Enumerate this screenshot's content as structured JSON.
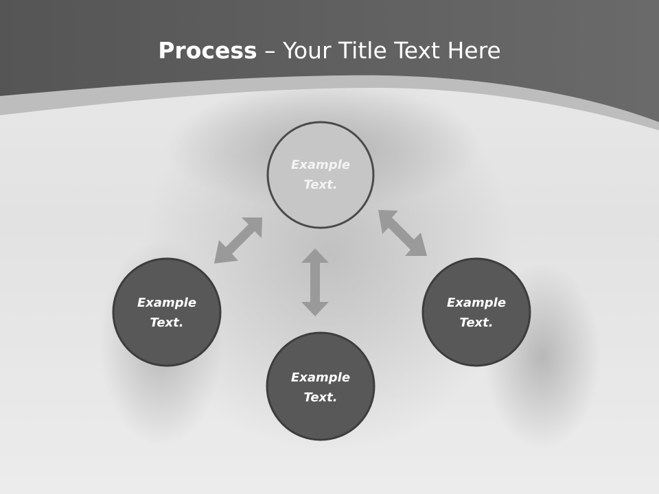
{
  "title": {
    "strong": "Process",
    "separator": " – ",
    "rest": "Your Title Text Here"
  },
  "nodes": {
    "top": {
      "line1": "Example",
      "line2": "Text."
    },
    "left": {
      "line1": "Example",
      "line2": "Text."
    },
    "right": {
      "line1": "Example",
      "line2": "Text."
    },
    "bottom": {
      "line1": "Example",
      "line2": "Text."
    }
  },
  "colors": {
    "header_band": "#5a5a5a",
    "header_band_light": "#6d6d6d",
    "swoosh": "#b9b9b9",
    "node_dark_fill": "#585858",
    "node_light_fill": "#c6c6c6",
    "node_stroke": "#3d3d3d",
    "arrow": "#9a9a9a",
    "light_label": "#f4f4f4",
    "dark_label": "#ffffff"
  }
}
